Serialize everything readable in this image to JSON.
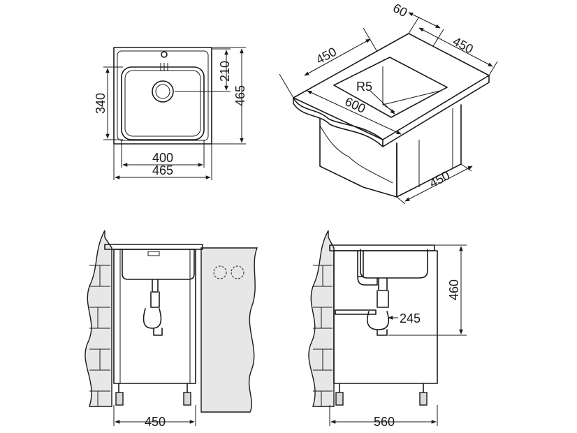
{
  "top_view": {
    "dim_bowl_width": "400",
    "dim_overall_width": "465",
    "dim_bowl_depth": "340",
    "dim_overall_depth": "465",
    "dim_drain_offset": "210"
  },
  "iso_view": {
    "dim_top_left": "450",
    "dim_top_right": "450",
    "dim_rim": "60",
    "dim_radius": "R5",
    "dim_worktop": "600",
    "dim_cabinet": "450"
  },
  "front_view": {
    "dim_cabinet_width": "450"
  },
  "side_view": {
    "dim_cabinet_depth": "560",
    "dim_height": "460",
    "dim_outlet": "245"
  },
  "colors": {
    "line": "#1a1a1a",
    "wall_fill": "#e7e7e7"
  }
}
